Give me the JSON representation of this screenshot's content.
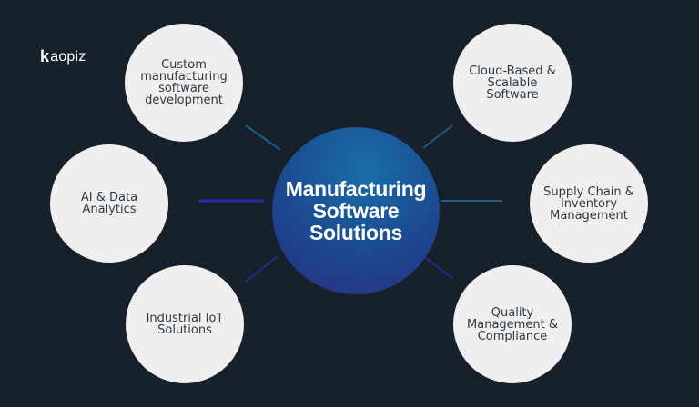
{
  "brand": {
    "mark": "k",
    "rest": "aopiz"
  },
  "center": {
    "label": "Manufacturing Software Solutions"
  },
  "nodes": [
    {
      "id": "custom",
      "label": "Custom manufacturing software development"
    },
    {
      "id": "ai",
      "label": "AI & Data Analytics"
    },
    {
      "id": "iot",
      "label": "Industrial IoT Solutions"
    },
    {
      "id": "cloud",
      "label": "Cloud-Based & Scalable Software"
    },
    {
      "id": "supply",
      "label": "Supply Chain & Inventory Management"
    },
    {
      "id": "quality",
      "label": "Quality Management & Compliance"
    }
  ],
  "colors": {
    "background": "#17212b",
    "node_fill": "#efefef",
    "node_text": "#2e3a44",
    "connector_top": "#1d5a8a",
    "connector_mid": "#2f2ab0",
    "connector_bottom": "#2b2690",
    "center_gradient": [
      "#1a6fa8",
      "#1b4f93",
      "#262c80"
    ]
  }
}
